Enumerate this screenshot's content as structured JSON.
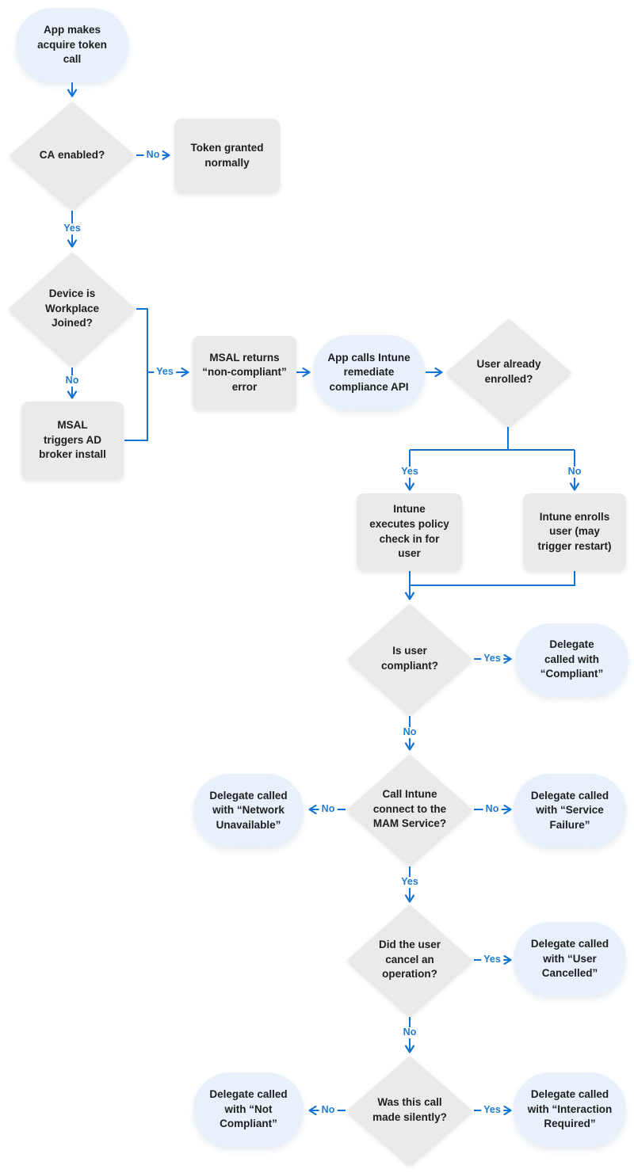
{
  "diagram": {
    "colors": {
      "connector_blue": "#1273d2",
      "edge_label_blue": "#1e7cd6",
      "terminator_fill": "#e8f1fb",
      "shape_gray_fill": "#eaeaea",
      "node_text": "#1e1e1e",
      "background": "#ffffff"
    }
  },
  "nodes": {
    "start": {
      "shape": "terminator",
      "label": "App makes\nacquire token\ncall"
    },
    "ca": {
      "shape": "decision",
      "label_bold": "CA",
      "label_rest": " enabled?"
    },
    "token": {
      "shape": "process",
      "label": "Token granted\nnormally"
    },
    "wpj": {
      "shape": "decision",
      "label": "Device is\nWorkplace\nJoined?"
    },
    "broker": {
      "shape": "process",
      "label": "MSAL\ntriggers AD\nbroker install"
    },
    "msal_error": {
      "shape": "process",
      "label": "MSAL returns\n“non-compliant”\nerror"
    },
    "remediate": {
      "shape": "terminator",
      "label": "App calls Intune\nremediate\ncompliance API"
    },
    "enrolled": {
      "shape": "decision",
      "label": "User already\nenrolled?"
    },
    "policy": {
      "shape": "process",
      "label": "Intune\nexecutes policy\ncheck in for\nuser"
    },
    "enroll": {
      "shape": "process",
      "label": "Intune enrolls\nuser (may\ntrigger restart)"
    },
    "compliant_q": {
      "shape": "decision",
      "label": "Is user\ncompliant?"
    },
    "compliant": {
      "shape": "terminator",
      "label": "Delegate\ncalled with\n“Compliant”"
    },
    "mam": {
      "shape": "decision",
      "label": "Call Intune\nconnect to the\nMAM Service?"
    },
    "network": {
      "shape": "terminator",
      "label": "Delegate called\nwith “Network\nUnavailable”"
    },
    "service": {
      "shape": "terminator",
      "label": "Delegate called\nwith “Service\nFailure”"
    },
    "cancel_q": {
      "shape": "decision",
      "label": "Did the user\ncancel an\noperation?"
    },
    "cancelled": {
      "shape": "terminator",
      "label": "Delegate called\nwith “User\nCancelled”"
    },
    "silent_q": {
      "shape": "decision",
      "label": "Was this call\nmade silently?"
    },
    "not_compliant": {
      "shape": "terminator",
      "label": "Delegate called\nwith “Not\nCompliant”"
    },
    "interaction": {
      "shape": "terminator",
      "label": "Delegate called\nwith “Interaction\nRequired”"
    }
  },
  "edge_labels": {
    "ca_no": "No",
    "ca_yes": "Yes",
    "wpj_no": "No",
    "wpj_yes": "Yes",
    "enrolled_yes": "Yes",
    "enrolled_no": "No",
    "compliant_yes": "Yes",
    "compliant_no": "No",
    "mam_no_left": "No",
    "mam_no_right": "No",
    "mam_yes": "Yes",
    "cancel_yes": "Yes",
    "cancel_no": "No",
    "silent_no": "No",
    "silent_yes": "Yes"
  }
}
